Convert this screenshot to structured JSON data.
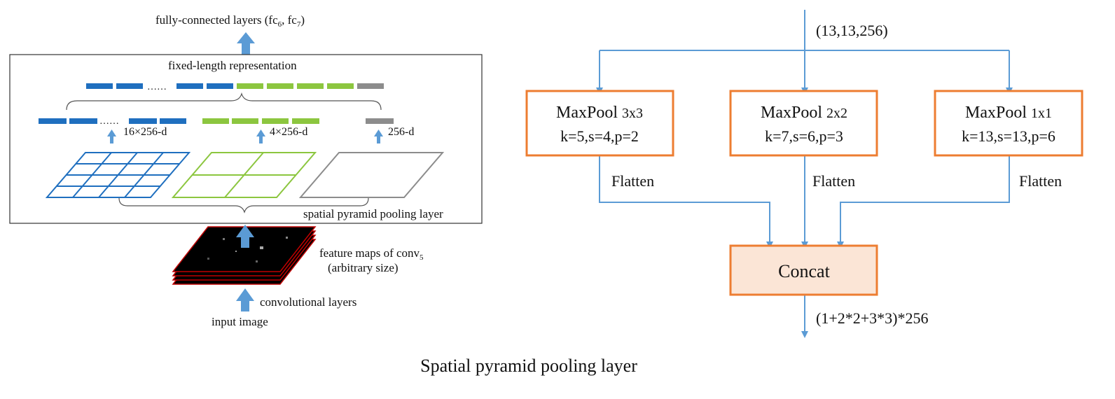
{
  "colors": {
    "blue": "#1f6fbf",
    "green": "#8cc63f",
    "gray": "#8c8c8c",
    "arrow_blue": "#5b9bd5",
    "box_orange": "#ed7d31",
    "concat_fill": "#fbe5d6",
    "map_edge": "#c00000"
  },
  "left": {
    "top_label": "fully-connected layers (fc",
    "top_label_sub1": "6",
    "top_label_mid": ", fc",
    "top_label_sub2": "7",
    "top_label_end": ")",
    "fixed_length": "fixed-length representation",
    "dots": "……",
    "dim_16": "16×256-d",
    "dim_4": "4×256-d",
    "dim_1": "256-d",
    "spp_label": "spatial pyramid pooling layer",
    "feature_maps_line1": "feature maps of conv",
    "feature_maps_sub": "5",
    "feature_maps_line2": "(arbitrary size)",
    "conv_layers": "convolutional layers",
    "input_image": "input image"
  },
  "right": {
    "input_shape": "(13,13,256)",
    "pools": [
      {
        "name": "MaxPool ",
        "size": "3x3",
        "params": "k=5,s=4,p=2",
        "flatten": "Flatten"
      },
      {
        "name": "MaxPool ",
        "size": "2x2",
        "params": "k=7,s=6,p=3",
        "flatten": "Flatten"
      },
      {
        "name": "MaxPool ",
        "size": "1x1",
        "params": "k=13,s=13,p=6",
        "flatten": "Flatten"
      }
    ],
    "concat": "Concat",
    "output_shape": "(1+2*2+3*3)*256"
  },
  "caption": "Spatial pyramid pooling layer"
}
